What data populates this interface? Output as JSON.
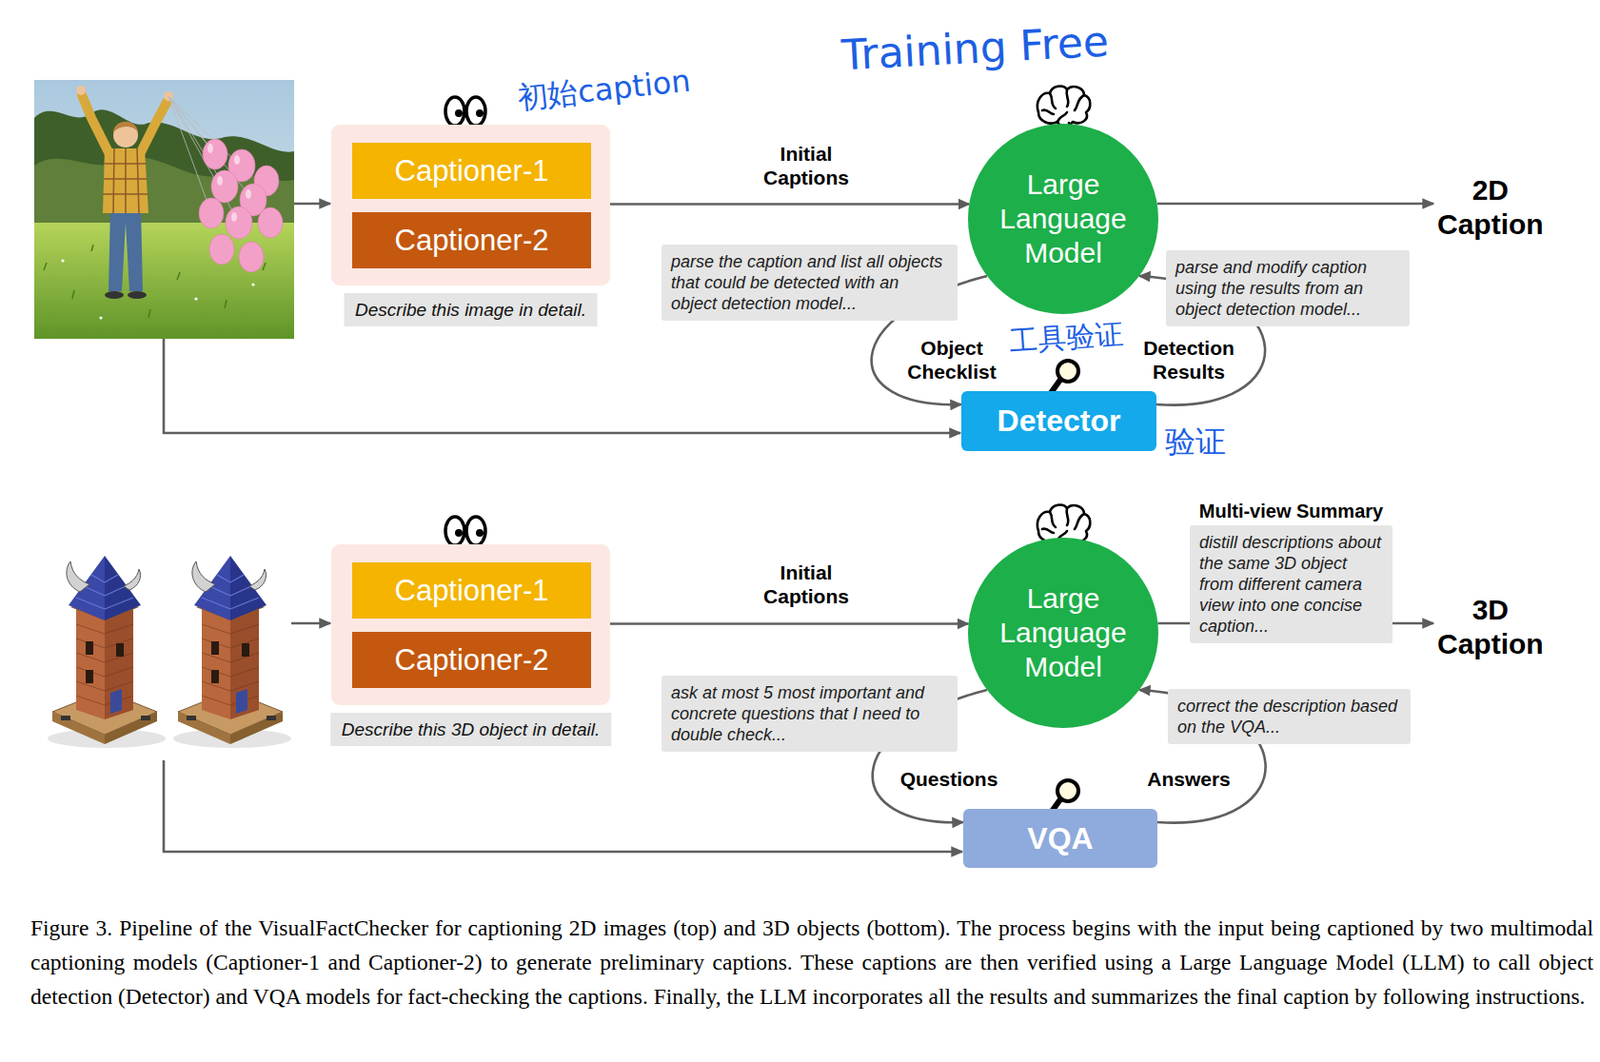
{
  "diagram": {
    "caption": "Figure 3. Pipeline of the VisualFactChecker for captioning 2D images (top) and 3D objects (bottom). The process begins with the input being captioned by two multimodal captioning models (Captioner-1 and Captioner-2) to generate preliminary captions. These captions are then verified using a Large Language Model (LLM) to call object detection (Detector) and VQA models for fact-checking the captions. Finally, the LLM incorporates all the results and summarizes the final caption by following instructions.",
    "nodes": [
      {
        "text": [
          "Describe this image in detail."
        ]
      },
      {
        "text": [
          "Captioner-1"
        ],
        "in": 0
      },
      {
        "text": [
          "Captioner-2"
        ],
        "in": 0
      },
      {
        "text": [
          "Large Language Model"
        ]
      },
      {
        "text": [
          "2D Caption"
        ]
      },
      {
        "text": [
          "parse the caption and list all objects that could be detected with an object detection model..."
        ]
      },
      {
        "text": [
          "parse and modify caption using the results from an object detection model..."
        ]
      },
      {
        "text": [
          "Detector"
        ]
      },
      {
        "text": [
          "Describe this 3D object in detail."
        ]
      },
      {
        "text": [
          "Captioner-1"
        ],
        "in": 8
      },
      {
        "text": [
          "Captioner-2"
        ],
        "in": 8
      },
      {
        "text": [
          "Large Language Model"
        ]
      },
      {
        "text": [
          "Multi-view Summary",
          "distill descriptions about the same 3D object from different camera view into one concise caption..."
        ]
      },
      {
        "text": [
          "3D Caption"
        ]
      },
      {
        "text": [
          "ask at most 5 most important and concrete questions that I need to double check..."
        ]
      },
      {
        "text": [
          "correct the description based on the VQA..."
        ]
      },
      {
        "text": [
          "VQA"
        ]
      }
    ],
    "edges": [
      {
        "from": 0,
        "to": 3,
        "label": "Initial Captions",
        "arrow": "to"
      },
      {
        "from": 3,
        "to": 4,
        "arrow": "to"
      },
      {
        "from": 3,
        "to": 7,
        "label": "Object Checklist",
        "arrow": "to"
      },
      {
        "from": 7,
        "to": 3,
        "label": "Detection Results",
        "arrow": "to"
      },
      {
        "from": 8,
        "to": 11,
        "label": "Initial Captions",
        "arrow": "to"
      },
      {
        "from": 11,
        "to": 12,
        "arrow": "none"
      },
      {
        "from": 12,
        "to": 13,
        "arrow": "to"
      },
      {
        "from": 11,
        "to": 16,
        "label": "Questions",
        "arrow": "to"
      },
      {
        "from": 16,
        "to": 11,
        "label": "Answers",
        "arrow": "to"
      }
    ],
    "labels": [
      "初始caption",
      "Training Free",
      "工具验证",
      "验证"
    ]
  }
}
